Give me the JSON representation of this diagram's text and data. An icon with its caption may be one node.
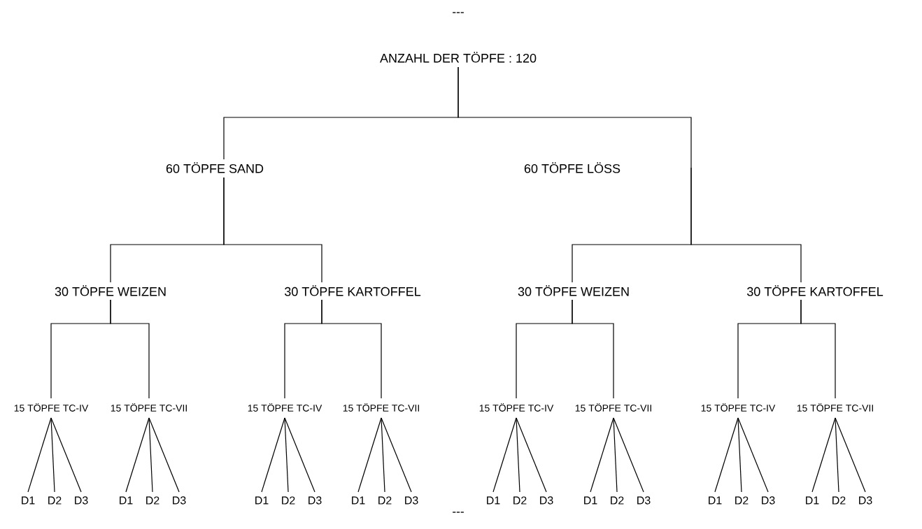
{
  "diagram": {
    "nodes": [
      {
        "text": [
          "ANZAHL DER TÖPFE : 120"
        ]
      },
      {
        "text": [
          "60 TÖPFE SAND"
        ]
      },
      {
        "text": [
          "60 TÖPFE LÖSS"
        ]
      },
      {
        "text": [
          "30 TÖPFE WEIZEN"
        ]
      },
      {
        "text": [
          "30 TÖPFE KARTOFFEL"
        ]
      },
      {
        "text": [
          "30 TÖPFE WEIZEN"
        ]
      },
      {
        "text": [
          "30 TÖPFE KARTOFFEL"
        ]
      },
      {
        "text": [
          "15 TÖPFE TC-IV"
        ]
      },
      {
        "text": [
          "15 TÖPFE TC-VII"
        ]
      },
      {
        "text": [
          "15 TÖPFE TC-IV"
        ]
      },
      {
        "text": [
          "15 TÖPFE TC-VII"
        ]
      },
      {
        "text": [
          "15 TÖPFE TC-IV"
        ]
      },
      {
        "text": [
          "15 TÖPFE TC-VII"
        ]
      },
      {
        "text": [
          "15 TÖPFE TC-IV"
        ]
      },
      {
        "text": [
          "15 TÖPFE TC-VII"
        ]
      },
      {
        "text": [
          "D1"
        ]
      },
      {
        "text": [
          "D2"
        ]
      },
      {
        "text": [
          "D3"
        ]
      },
      {
        "text": [
          "D1"
        ]
      },
      {
        "text": [
          "D2"
        ]
      },
      {
        "text": [
          "D3"
        ]
      },
      {
        "text": [
          "D1"
        ]
      },
      {
        "text": [
          "D2"
        ]
      },
      {
        "text": [
          "D3"
        ]
      },
      {
        "text": [
          "D1"
        ]
      },
      {
        "text": [
          "D2"
        ]
      },
      {
        "text": [
          "D3"
        ]
      },
      {
        "text": [
          "D1"
        ]
      },
      {
        "text": [
          "D2"
        ]
      },
      {
        "text": [
          "D3"
        ]
      },
      {
        "text": [
          "D1"
        ]
      },
      {
        "text": [
          "D2"
        ]
      },
      {
        "text": [
          "D3"
        ]
      },
      {
        "text": [
          "D1"
        ]
      },
      {
        "text": [
          "D2"
        ]
      },
      {
        "text": [
          "D3"
        ]
      },
      {
        "text": [
          "D1"
        ]
      },
      {
        "text": [
          "D2"
        ]
      },
      {
        "text": [
          "D3"
        ]
      }
    ],
    "edges": [
      {
        "from": 0,
        "to": 1,
        "arrow": "none"
      },
      {
        "from": 0,
        "to": 2,
        "arrow": "none"
      },
      {
        "from": 1,
        "to": 3,
        "arrow": "none"
      },
      {
        "from": 1,
        "to": 4,
        "arrow": "none"
      },
      {
        "from": 2,
        "to": 5,
        "arrow": "none"
      },
      {
        "from": 2,
        "to": 6,
        "arrow": "none"
      },
      {
        "from": 3,
        "to": 7,
        "arrow": "none"
      },
      {
        "from": 3,
        "to": 8,
        "arrow": "none"
      },
      {
        "from": 4,
        "to": 9,
        "arrow": "none"
      },
      {
        "from": 4,
        "to": 10,
        "arrow": "none"
      },
      {
        "from": 5,
        "to": 11,
        "arrow": "none"
      },
      {
        "from": 5,
        "to": 12,
        "arrow": "none"
      },
      {
        "from": 6,
        "to": 13,
        "arrow": "none"
      },
      {
        "from": 6,
        "to": 14,
        "arrow": "none"
      },
      {
        "from": 7,
        "to": 15,
        "arrow": "none"
      },
      {
        "from": 7,
        "to": 16,
        "arrow": "none"
      },
      {
        "from": 7,
        "to": 17,
        "arrow": "none"
      },
      {
        "from": 8,
        "to": 18,
        "arrow": "none"
      },
      {
        "from": 8,
        "to": 19,
        "arrow": "none"
      },
      {
        "from": 8,
        "to": 20,
        "arrow": "none"
      },
      {
        "from": 9,
        "to": 21,
        "arrow": "none"
      },
      {
        "from": 9,
        "to": 22,
        "arrow": "none"
      },
      {
        "from": 9,
        "to": 23,
        "arrow": "none"
      },
      {
        "from": 10,
        "to": 24,
        "arrow": "none"
      },
      {
        "from": 10,
        "to": 25,
        "arrow": "none"
      },
      {
        "from": 10,
        "to": 26,
        "arrow": "none"
      },
      {
        "from": 11,
        "to": 27,
        "arrow": "none"
      },
      {
        "from": 11,
        "to": 28,
        "arrow": "none"
      },
      {
        "from": 11,
        "to": 29,
        "arrow": "none"
      },
      {
        "from": 12,
        "to": 30,
        "arrow": "none"
      },
      {
        "from": 12,
        "to": 31,
        "arrow": "none"
      },
      {
        "from": 12,
        "to": 32,
        "arrow": "none"
      },
      {
        "from": 13,
        "to": 33,
        "arrow": "none"
      },
      {
        "from": 13,
        "to": 34,
        "arrow": "none"
      },
      {
        "from": 13,
        "to": 35,
        "arrow": "none"
      },
      {
        "from": 14,
        "to": 36,
        "arrow": "none"
      },
      {
        "from": 14,
        "to": 37,
        "arrow": "none"
      },
      {
        "from": 14,
        "to": 38,
        "arrow": "none"
      }
    ],
    "labels": [
      "---",
      "---"
    ]
  }
}
